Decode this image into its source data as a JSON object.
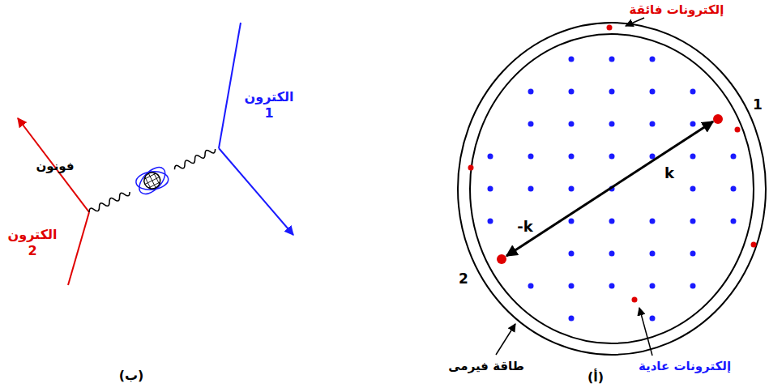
{
  "diagram": {
    "labels": [
      "إلكترونات فائقة",
      "الكترون 1",
      "1",
      "فونون",
      "k",
      "الكترون 2",
      "-k",
      "2",
      "طاقة فيرمى",
      "إلكترونات عادية",
      "(ب)",
      "(أ)"
    ]
  }
}
